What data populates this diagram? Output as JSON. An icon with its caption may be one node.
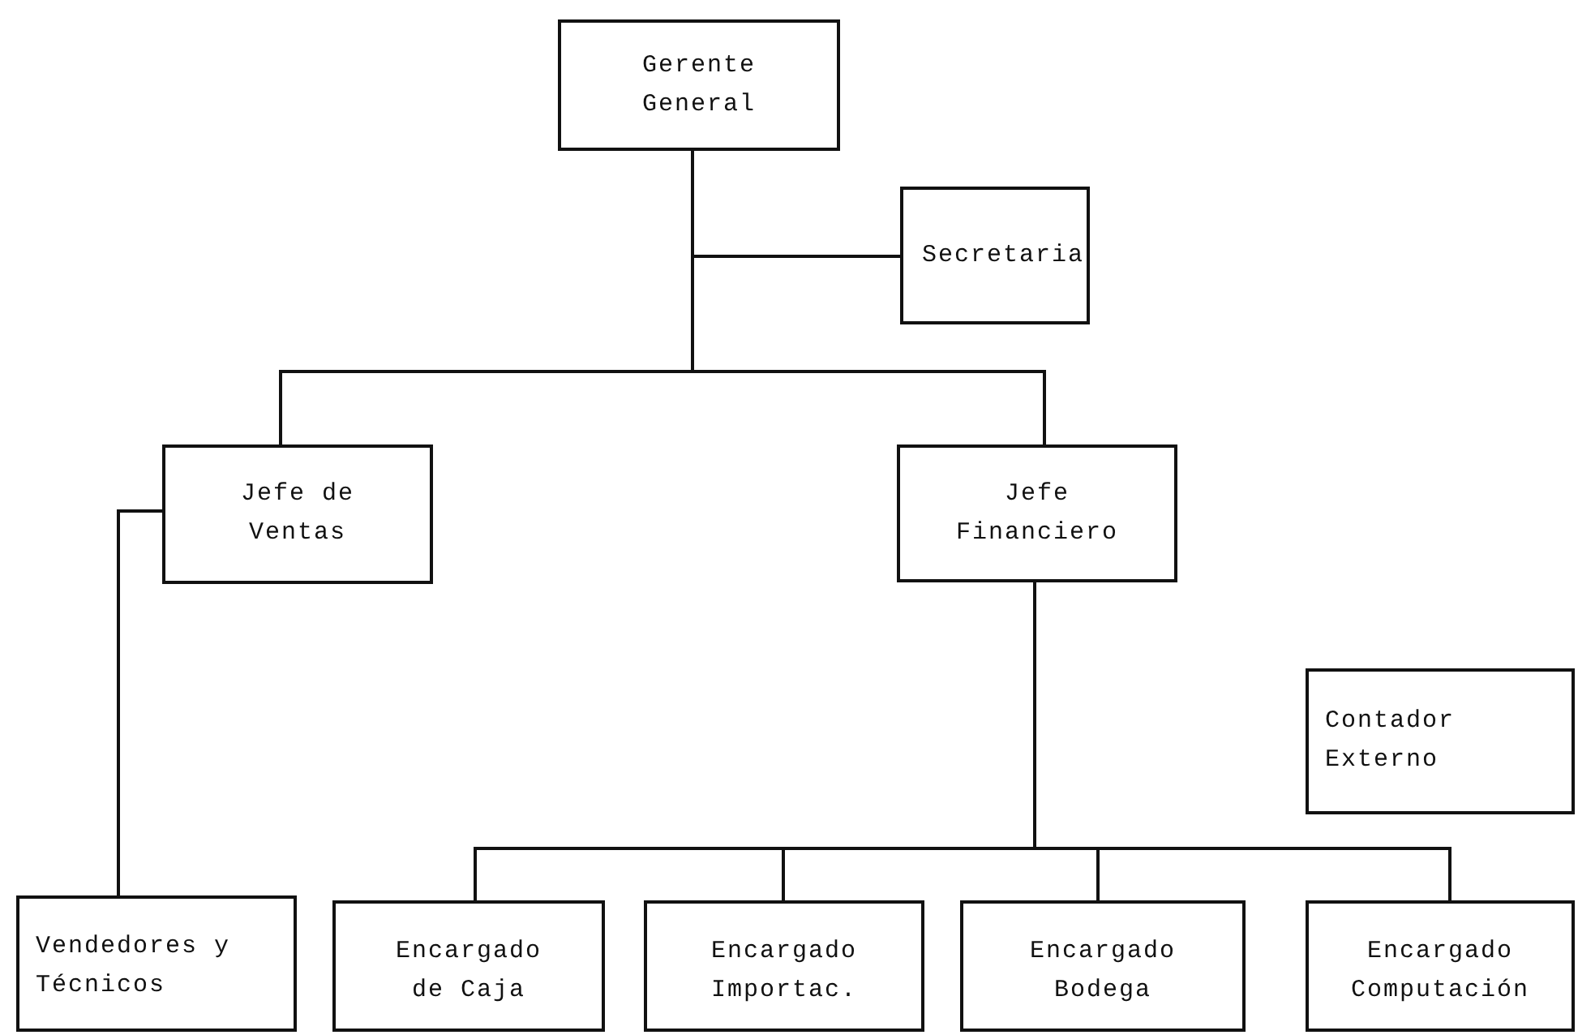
{
  "diagram": {
    "nodes": [
      {
        "text": [
          "Gerente General"
        ]
      },
      {
        "text": [
          "Secretaria"
        ]
      },
      {
        "text": [
          "Jefe de Ventas"
        ]
      },
      {
        "text": [
          "Jefe Financiero"
        ]
      },
      {
        "text": [
          "Contador Externo"
        ]
      },
      {
        "text": [
          "Vendedores y Técnicos"
        ]
      },
      {
        "text": [
          "Encargado de Caja"
        ]
      },
      {
        "text": [
          "Encargado Importac."
        ]
      },
      {
        "text": [
          "Encargado Bodega"
        ]
      },
      {
        "text": [
          "Encargado Computación"
        ]
      }
    ],
    "edges": [
      {
        "from": 0,
        "to": 1,
        "arrow": "none"
      },
      {
        "from": 0,
        "to": 2,
        "arrow": "none"
      },
      {
        "from": 0,
        "to": 3,
        "arrow": "none"
      },
      {
        "from": 2,
        "to": 5,
        "arrow": "none"
      },
      {
        "from": 3,
        "to": 6,
        "arrow": "none"
      },
      {
        "from": 3,
        "to": 7,
        "arrow": "none"
      },
      {
        "from": 3,
        "to": 8,
        "arrow": "none"
      },
      {
        "from": 3,
        "to": 9,
        "arrow": "none"
      }
    ]
  }
}
